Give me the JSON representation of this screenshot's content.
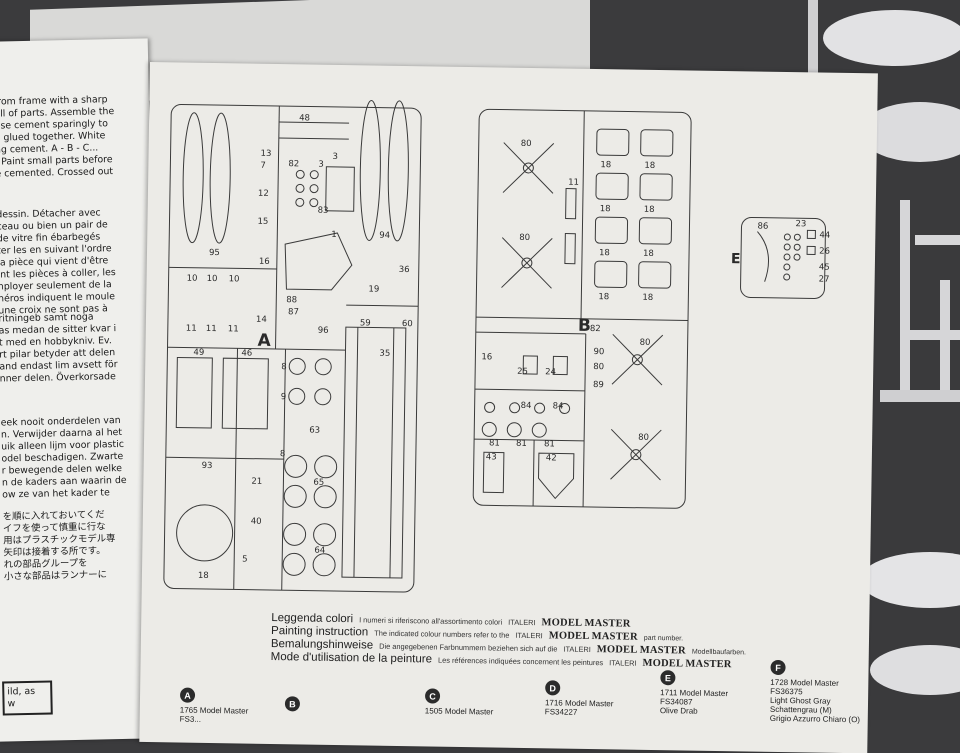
{
  "left_page": {
    "paragraph_en": "from frame with a sharp\null of parts. Assemble the\nuse cement sparingly to\n e glued together. White\nng cement. A - B - C...\n. Paint small parts before\n e cemented. Crossed out",
    "paragraph_fr": "dessin. Détacher avec\nceau ou bien un pair de\nde vitre fin ébarbegés\nter les en suivant l'ordre\nla pièce qui vient d'être\nint les pièces à coller, les\nnployer seulement de la\nnéros indiquent le moule\nune croix ne sont pas à",
    "paragraph_sv": "ritningeb samt noga\nas medan de sitter kvar i\nt med en hobbykniv. Ev.\nrt pilar betyder att delen\nand endast lim avsett för\nnner delen. Överkorsade",
    "paragraph_nl": "eek nooit onderdelen van\nn. Verwijder daarna al het\nuik alleen lijm voor plastic\nodel beschadigen. Zwarte\nr bewegende delen welke\nn de kaders aan waarin de\now ze van het kader te",
    "paragraph_ja": "を順に入れておいてくだ\nイフを使って慎重に行な\n用はプラスチックモデル専\n矢印は接着する所です。\nれの部品グループを\n小さな部品はランナーに",
    "corner_text": "ild, as\nw"
  },
  "sprue_frames": {
    "frame_a_letter": "A",
    "frame_b_letter": "B",
    "frame_e_letter": "E",
    "frame_a_parts": [
      "95",
      "13",
      "7",
      "12",
      "3",
      "15",
      "16",
      "48",
      "82",
      "3",
      "83",
      "1",
      "94",
      "36",
      "19",
      "10",
      "10",
      "10",
      "11",
      "11",
      "11",
      "14",
      "88",
      "87",
      "96",
      "59",
      "60",
      "35",
      "49",
      "46",
      "8",
      "9",
      "63",
      "93",
      "21",
      "65",
      "40",
      "5",
      "64",
      "18",
      "8"
    ],
    "frame_b_parts": [
      "80",
      "11",
      "80",
      "18",
      "18",
      "18",
      "18",
      "18",
      "18",
      "18",
      "18",
      "82",
      "16",
      "25",
      "24",
      "90",
      "80",
      "89",
      "84",
      "84",
      "81",
      "81",
      "81",
      "43",
      "42",
      "80",
      "80"
    ],
    "frame_e_parts": [
      "86",
      "23",
      "44",
      "26",
      "45",
      "27"
    ]
  },
  "legend": {
    "it_label": "Leggenda colori",
    "it_desc": "I numeri si riferiscono all'assortimento colori",
    "it_brand": "ITALERI",
    "en_label": "Painting instruction",
    "en_desc": "The indicated colour numbers refer to the",
    "en_brand": "ITALERI",
    "en_suffix": "part number.",
    "de_label": "Bemalungshinweise",
    "de_desc": "Die angegebenen Farbnummern beziehen sich auf die",
    "de_brand": "ITALERI",
    "de_suffix": "Modellbaufarben.",
    "fr_label": "Mode d'utilisation de la peinture",
    "fr_desc": "Les références indiquées concernent les peintures",
    "fr_brand": "ITALERI",
    "model_master": "MODEL MASTER"
  },
  "paint_refs": [
    {
      "letter": "A",
      "lines": [
        "1765 Model Master",
        "FS3..."
      ]
    },
    {
      "letter": "B",
      "lines": [
        "",
        ""
      ]
    },
    {
      "letter": "C",
      "lines": [
        "1505 Model Master",
        ""
      ]
    },
    {
      "letter": "D",
      "lines": [
        "1716 Model Master",
        "FS34227"
      ]
    },
    {
      "letter": "E",
      "lines": [
        "1711 Model Master",
        "FS34087",
        "Olive Drab"
      ]
    },
    {
      "letter": "F",
      "lines": [
        "1728 Model Master",
        "FS36375",
        "Light Ghost Gray",
        "Schattengrau (M)",
        "Grigio Azzurro Chiaro (O)"
      ]
    }
  ],
  "colors": {
    "paper": "#ecebe7",
    "ink": "#2a2a2a",
    "background": "#3b3b3d"
  }
}
